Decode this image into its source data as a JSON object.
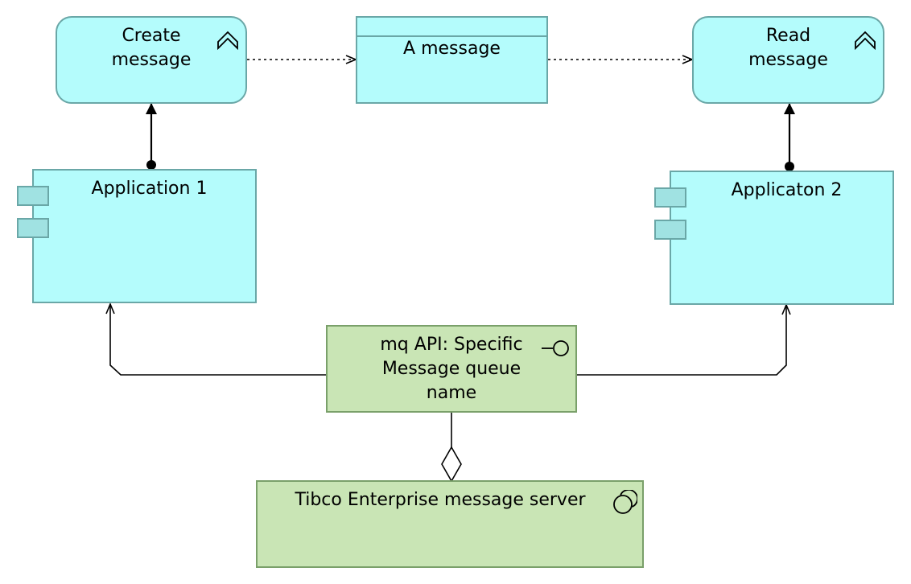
{
  "nodes": {
    "create_message": {
      "label": "Create\nmessage",
      "type": "application-process"
    },
    "a_message": {
      "label": "A message",
      "type": "data-object"
    },
    "read_message": {
      "label": "Read\nmessage",
      "type": "application-process"
    },
    "application_1": {
      "label": "Application 1",
      "type": "application-component"
    },
    "application_2": {
      "label": "Applicaton 2",
      "type": "application-component"
    },
    "mq_api": {
      "label": "mq API: Specific\nMessage queue\nname",
      "type": "technology-interface"
    },
    "tibco_server": {
      "label": "Tibco Enterprise message server",
      "type": "system-software"
    }
  },
  "edges": [
    {
      "from": "create_message",
      "to": "a_message",
      "type": "access"
    },
    {
      "from": "a_message",
      "to": "read_message",
      "type": "access"
    },
    {
      "from": "application_1",
      "to": "create_message",
      "type": "assignment"
    },
    {
      "from": "application_2",
      "to": "read_message",
      "type": "assignment"
    },
    {
      "from": "mq_api",
      "to": "application_1",
      "type": "serving"
    },
    {
      "from": "mq_api",
      "to": "application_2",
      "type": "serving"
    },
    {
      "from": "tibco_server",
      "to": "mq_api",
      "type": "aggregation"
    }
  ],
  "colors": {
    "application_fill": "#b4fcfc",
    "application_border": "#6aa7a7",
    "technology_fill": "#c9e5b5",
    "technology_border": "#7aa06a"
  }
}
